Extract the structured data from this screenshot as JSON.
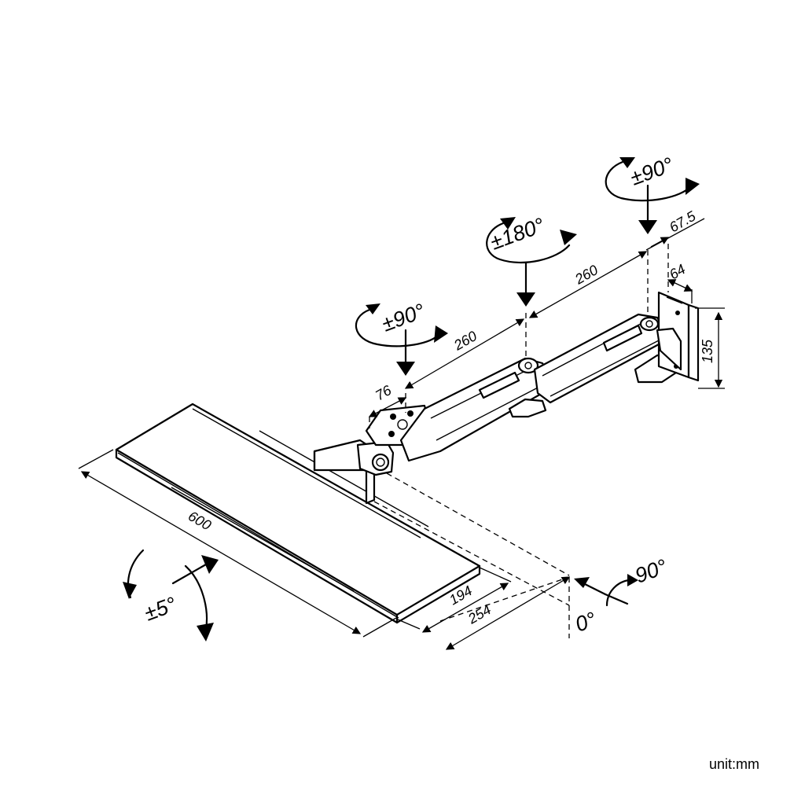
{
  "dimensions": {
    "tray_length": "600",
    "tray_depth_inner": "194",
    "tray_depth_outer": "254",
    "arm_segment_1": "260",
    "arm_segment_2": "260",
    "offset_front": "76",
    "offset_wall": "67.5",
    "wall_plate_width": "64",
    "wall_plate_height": "135"
  },
  "rotations": {
    "front_joint": "±90°",
    "middle_joint": "±180°",
    "wall_joint": "±90°",
    "tray_tilt": "±5°",
    "swivel_start": "0°",
    "swivel_end": "90°"
  },
  "unit_label": "unit:mm"
}
